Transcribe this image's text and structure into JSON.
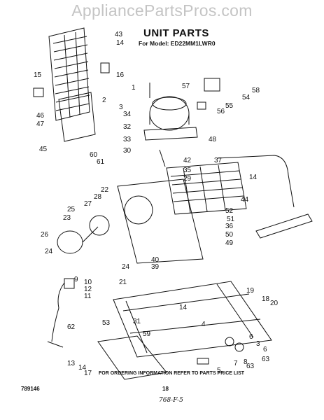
{
  "watermark": "AppliancePartsPros.com",
  "header": {
    "title": "UNIT PARTS",
    "model": "For Model: ED22MM1LWR0"
  },
  "footer": {
    "doc_number": "789146",
    "ordering_note": "FOR ORDERING INFORMATION REFER TO PARTS PRICE LIST",
    "page_number": "18",
    "handwritten": "768-F-5"
  },
  "callouts": [
    {
      "label": "43"
    },
    {
      "label": "14"
    },
    {
      "label": "15"
    },
    {
      "label": "16"
    },
    {
      "label": "1"
    },
    {
      "label": "2"
    },
    {
      "label": "3"
    },
    {
      "label": "34"
    },
    {
      "label": "57"
    },
    {
      "label": "58"
    },
    {
      "label": "54"
    },
    {
      "label": "55"
    },
    {
      "label": "56"
    },
    {
      "label": "46"
    },
    {
      "label": "47"
    },
    {
      "label": "32"
    },
    {
      "label": "33"
    },
    {
      "label": "30"
    },
    {
      "label": "48"
    },
    {
      "label": "45"
    },
    {
      "label": "60"
    },
    {
      "label": "61"
    },
    {
      "label": "42"
    },
    {
      "label": "37"
    },
    {
      "label": "35"
    },
    {
      "label": "29"
    },
    {
      "label": "22"
    },
    {
      "label": "14"
    },
    {
      "label": "25"
    },
    {
      "label": "27"
    },
    {
      "label": "28"
    },
    {
      "label": "23"
    },
    {
      "label": "26"
    },
    {
      "label": "24"
    },
    {
      "label": "44"
    },
    {
      "label": "52"
    },
    {
      "label": "51"
    },
    {
      "label": "36"
    },
    {
      "label": "50"
    },
    {
      "label": "49"
    },
    {
      "label": "40"
    },
    {
      "label": "39"
    },
    {
      "label": "24"
    },
    {
      "label": "10"
    },
    {
      "label": "9"
    },
    {
      "label": "12"
    },
    {
      "label": "11"
    },
    {
      "label": "21"
    },
    {
      "label": "19"
    },
    {
      "label": "18"
    },
    {
      "label": "20"
    },
    {
      "label": "14"
    },
    {
      "label": "53"
    },
    {
      "label": "31"
    },
    {
      "label": "59"
    },
    {
      "label": "4"
    },
    {
      "label": "62"
    },
    {
      "label": "6"
    },
    {
      "label": "3"
    },
    {
      "label": "6"
    },
    {
      "label": "63"
    },
    {
      "label": "8"
    },
    {
      "label": "7"
    },
    {
      "label": "63"
    },
    {
      "label": "5"
    },
    {
      "label": "13"
    },
    {
      "label": "14"
    },
    {
      "label": "17"
    }
  ]
}
